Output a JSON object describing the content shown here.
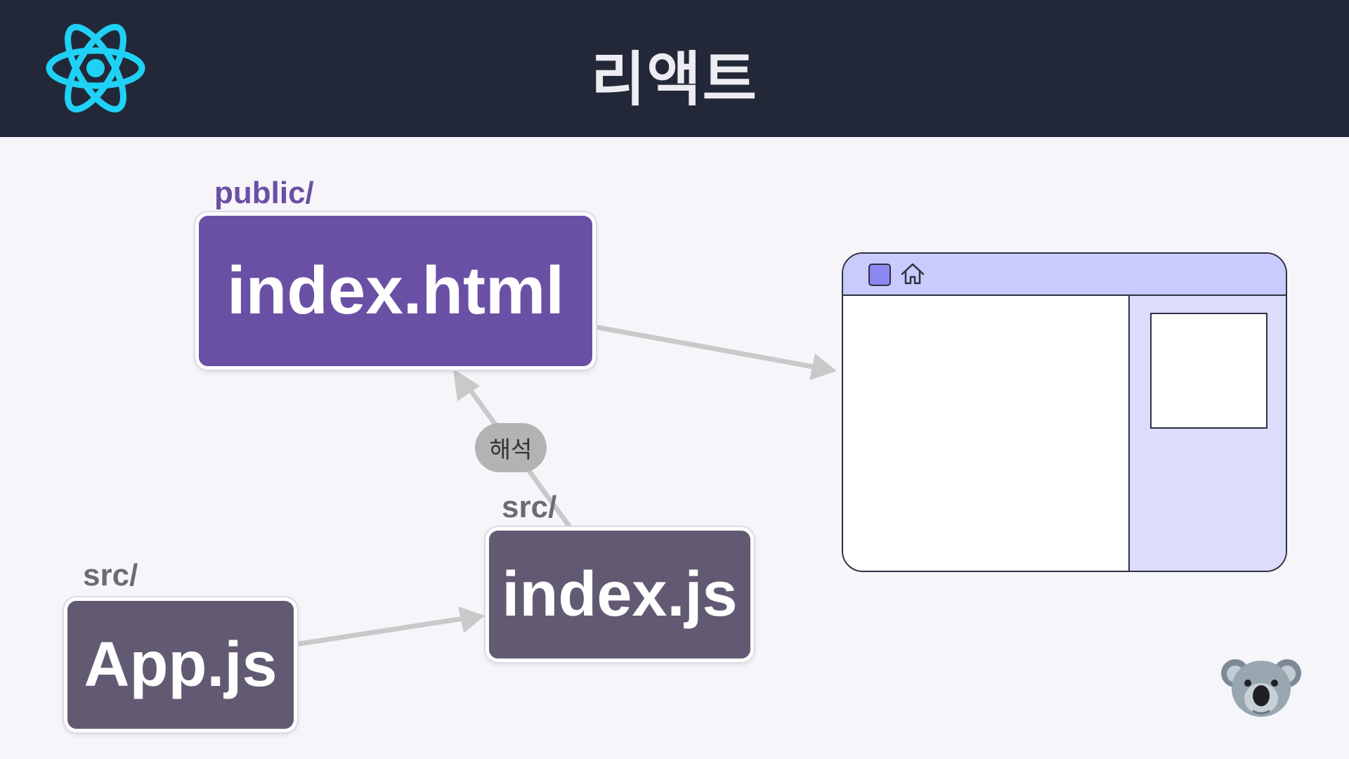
{
  "header": {
    "title": "리액트",
    "logo_icon": "react-atom-icon",
    "logo_color": "#1fd1f5",
    "background": "#232838"
  },
  "files": {
    "index_html": {
      "folder": "public/",
      "name": "index.html",
      "color": "#6a50a5"
    },
    "index_js": {
      "folder": "src/",
      "name": "index.js",
      "color": "#625a72"
    },
    "app_js": {
      "folder": "src/",
      "name": "App.js",
      "color": "#625a72"
    }
  },
  "connectors": {
    "parse_label": "해석",
    "color": "#c9c9c9"
  },
  "browser": {
    "toolbar_icons": [
      "square-icon",
      "home-icon"
    ],
    "toolbar_color": "#cbcafc",
    "sidebar_color": "#dcdcfd"
  },
  "mascot_icon": "koala-icon"
}
